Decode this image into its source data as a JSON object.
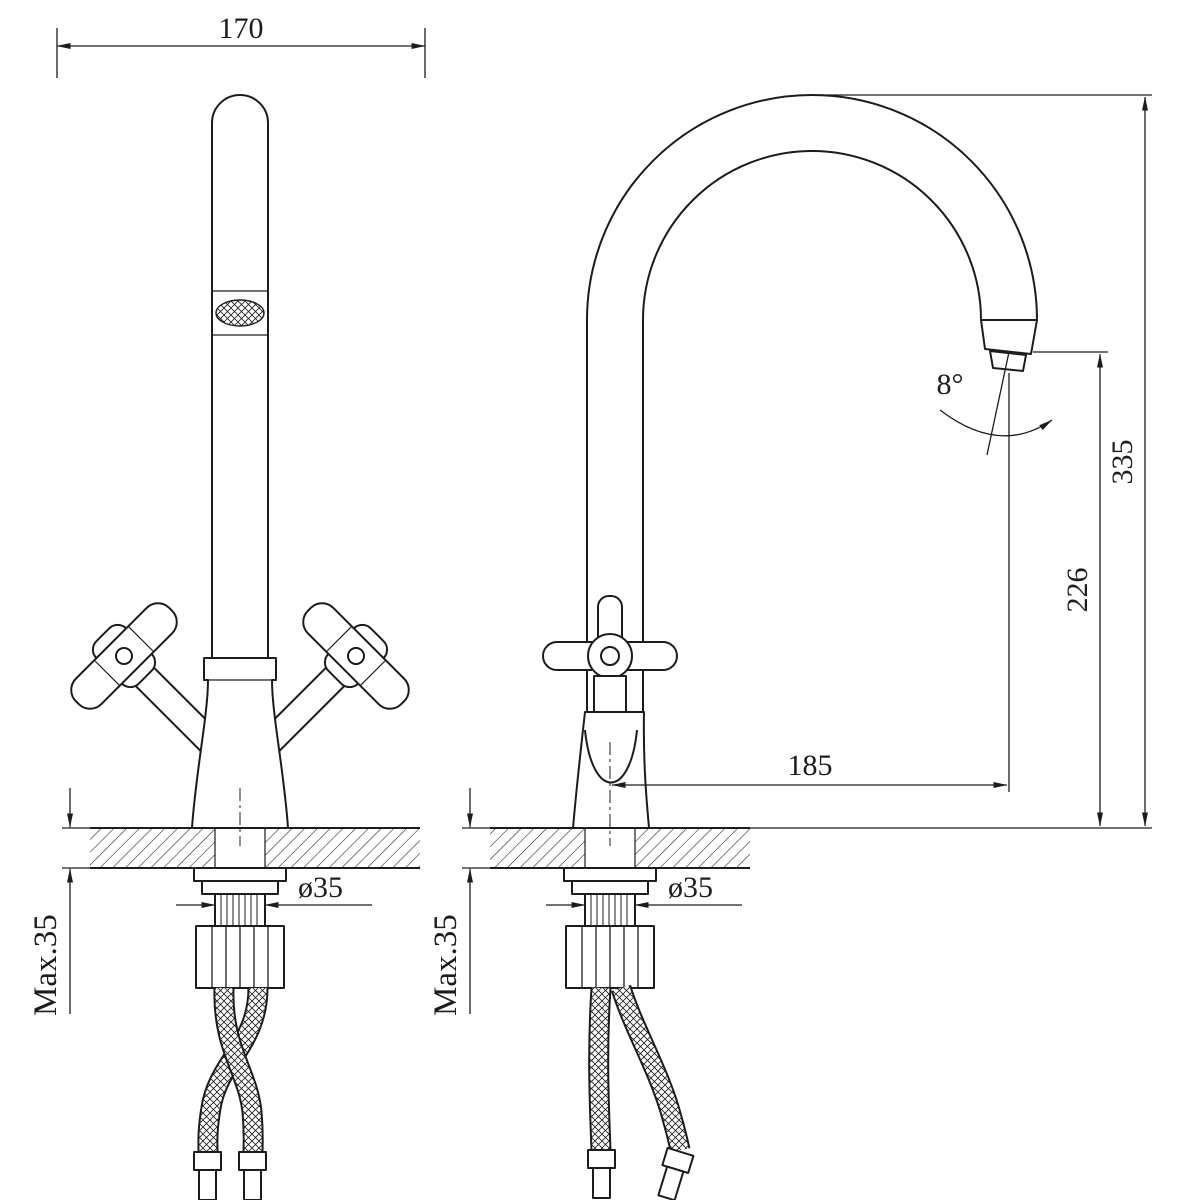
{
  "drawing": {
    "colors": {
      "line": "#1c1c1c",
      "background": "#ffffff"
    },
    "front_view": {
      "width_label": "170",
      "hole_label": "ø35",
      "deck_label": "Max.35"
    },
    "side_view": {
      "total_height_label": "335",
      "spout_height_label": "226",
      "reach_label": "185",
      "angle_label": "8°",
      "hole_label": "ø35",
      "deck_label": "Max.35"
    }
  }
}
